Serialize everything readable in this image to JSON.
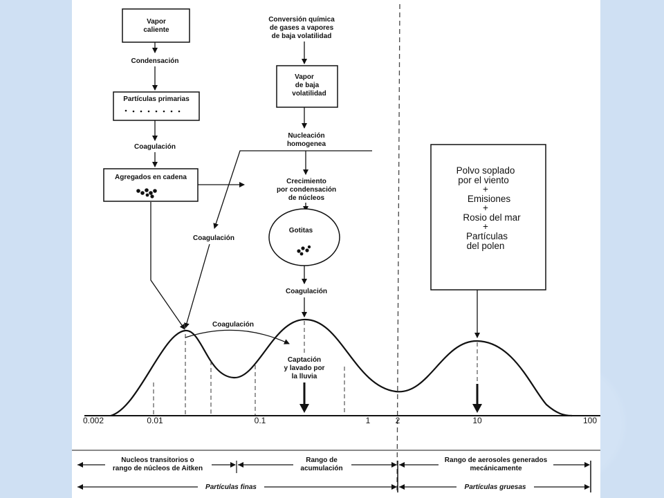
{
  "flow": {
    "vapor_caliente": [
      "Vapor",
      "caliente"
    ],
    "condensacion": "Condensación",
    "particulas_primarias": "Partículas primarias",
    "coagulacion_1": "Coagulación",
    "agregados_cadena": "Agregados en cadena",
    "conversion_quimica": [
      "Conversión química",
      "de gases a vapores",
      "de baja volatilidad"
    ],
    "vapor_baja_volatilidad": [
      "Vapor",
      "de baja",
      "volatilidad"
    ],
    "nucleacion": [
      "Nucleación",
      "homogenea"
    ],
    "crecimiento": [
      "Crecimiento",
      "por condensación",
      "de núcleos"
    ],
    "coagulacion_left": "Coagulación",
    "gotitas": "Gotitas",
    "coagulacion_2": "Coagulación",
    "coagulacion_curve": "Coagulación",
    "captacion": [
      "Captación",
      "y lavado por",
      "la lluvia"
    ],
    "coarse_sources": [
      "Polvo soplado",
      "por el viento",
      "+",
      "Emisiones",
      "+",
      "Rosio del mar",
      "+",
      "Partículas",
      "del polen"
    ]
  },
  "axis": {
    "ticks": [
      "0.002",
      "0.01",
      "0.1",
      "1",
      "2",
      "10",
      "100"
    ]
  },
  "ranges": {
    "nucleos": [
      "Nucleos transitorios o",
      "rango de núcleos de Aitken"
    ],
    "acumulacion": [
      "Rango de",
      "acumulación"
    ],
    "mecanico": [
      "Rango de aerosoles generados",
      "mecánicamente"
    ],
    "finas": "Partículas finas",
    "gruesas": "Partículas gruesas"
  }
}
